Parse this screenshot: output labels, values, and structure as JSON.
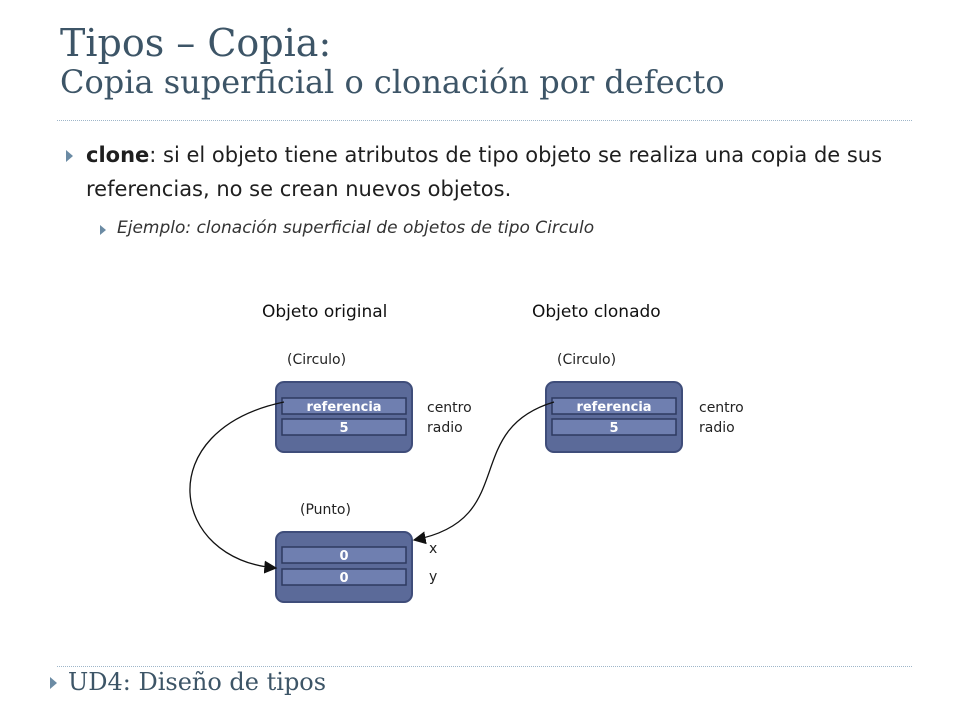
{
  "title": {
    "line1": "Tipos – Copia:",
    "line2": "Copia superficial o clonación por defecto"
  },
  "bullets": {
    "main_keyword": "clone",
    "main_text": ": si el objeto tiene atributos de tipo objeto se realiza una copia de sus referencias, no se crean nuevos objetos.",
    "sub": "Ejemplo: clonación superficial de objetos de tipo Circulo"
  },
  "diagram": {
    "heading_original": "Objeto original",
    "heading_clonado": "Objeto clonado",
    "circulo1": {
      "type_label": "(Circulo)",
      "field1": "referencia",
      "field2": "5",
      "attr1": "centro",
      "attr2": "radio"
    },
    "circulo2": {
      "type_label": "(Circulo)",
      "field1": "referencia",
      "field2": "5",
      "attr1": "centro",
      "attr2": "radio"
    },
    "punto": {
      "type_label": "(Punto)",
      "field1": "0",
      "field2": "0",
      "attr1": "x",
      "attr2": "y"
    },
    "colors": {
      "box_fill": "#5b6a99",
      "box_stroke": "#3f4d7a",
      "field_fill": "#6f7fb0",
      "field_text": "#ffffff"
    }
  },
  "footer": {
    "text": "UD4: Diseño de tipos"
  }
}
